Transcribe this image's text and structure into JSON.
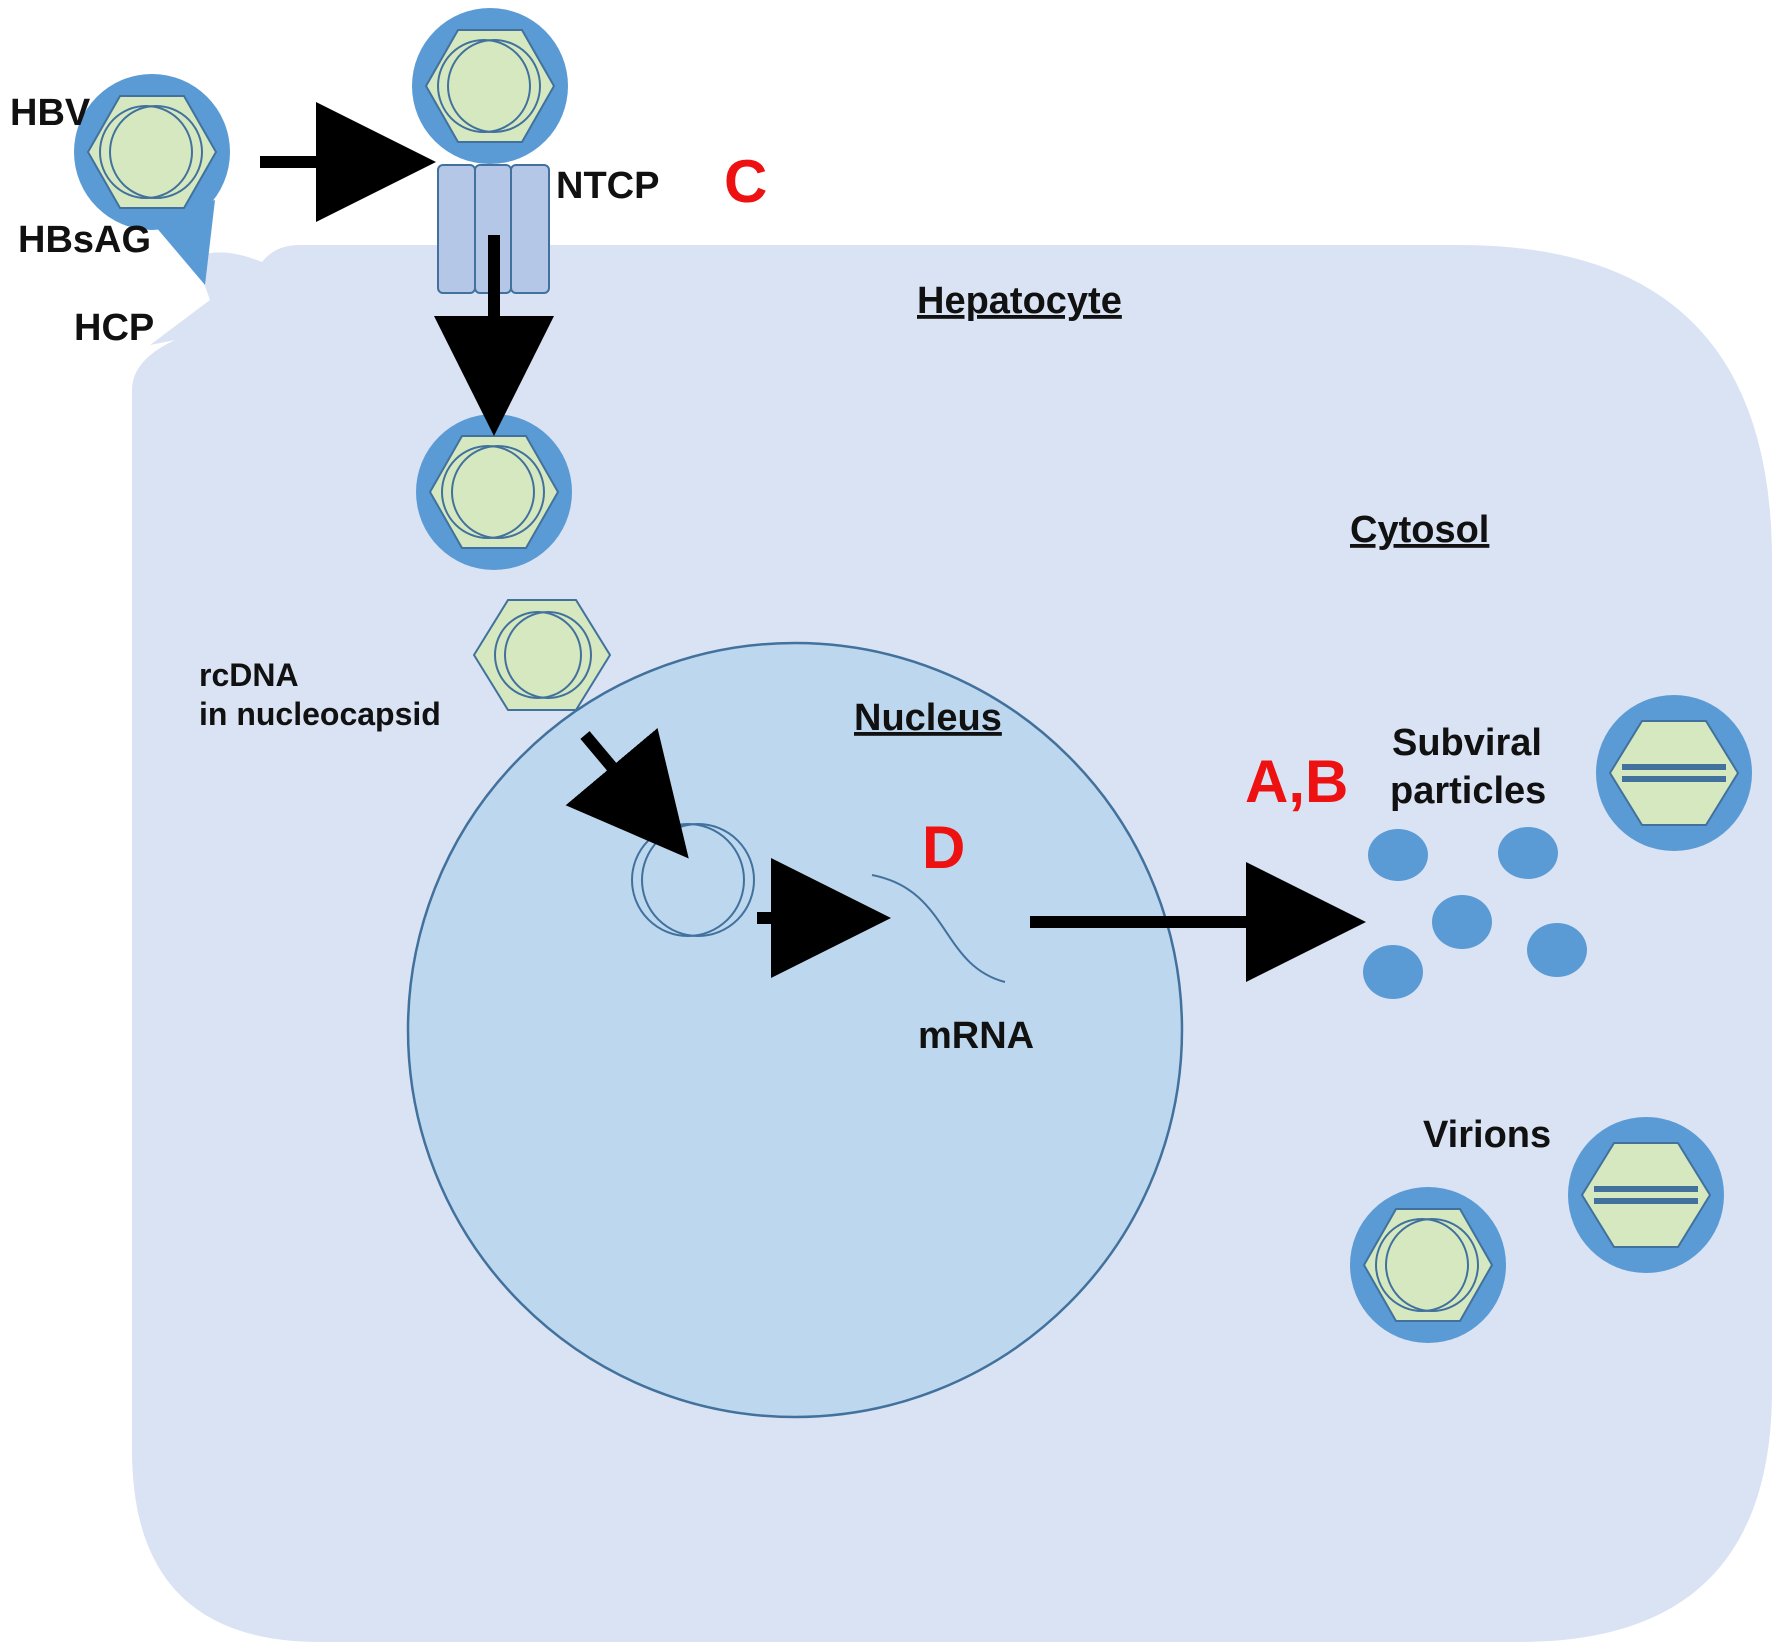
{
  "labels": {
    "hbv": "HBV",
    "hbsag": "HBsAG",
    "hcp": "HCP",
    "ntcp": "NTCP",
    "hepatocyte": "Hepatocyte",
    "cytosol": "Cytosol",
    "nucleus": "Nucleus",
    "rcdna_line1": "rcDNA",
    "rcdna_line2": "in nucleocapsid",
    "mrna": "mRNA",
    "subviral_line1": "Subviral",
    "subviral_line2": "particles",
    "virions": "Virions"
  },
  "markers": {
    "c": "C",
    "d": "D",
    "ab": "A,B"
  },
  "colors": {
    "cell_fill": "#dae3f3",
    "nucleus_fill": "#bdd7ee",
    "nucleus_stroke": "#41719c",
    "envelope_blue": "#5b9bd5",
    "capsid_green": "#d5e8c0",
    "capsid_stroke": "#41719c",
    "receptor_fill": "#b4c7e7",
    "marker_red": "#ee1111",
    "arrow_black": "#000000"
  }
}
